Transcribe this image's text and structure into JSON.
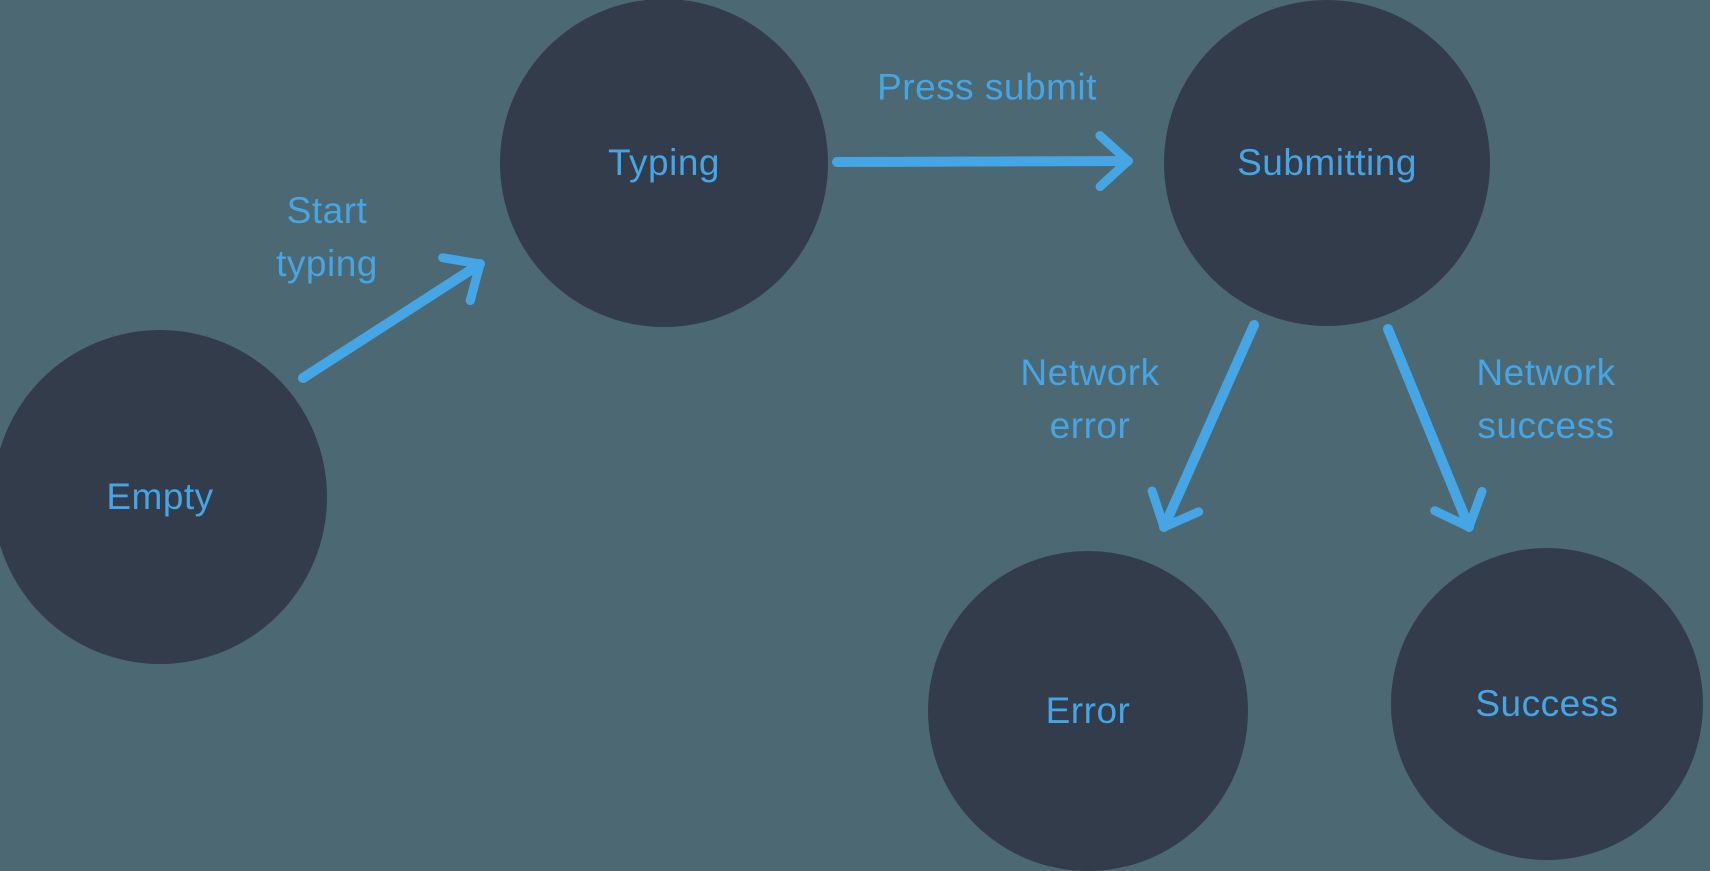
{
  "diagram": {
    "type": "state-machine",
    "nodes": [
      {
        "id": "empty",
        "label": "Empty"
      },
      {
        "id": "typing",
        "label": "Typing"
      },
      {
        "id": "submitting",
        "label": "Submitting"
      },
      {
        "id": "error",
        "label": "Error"
      },
      {
        "id": "success",
        "label": "Success"
      }
    ],
    "transitions": [
      {
        "id": "start-typing",
        "from": "empty",
        "to": "typing",
        "label_lines": [
          "Start",
          "typing"
        ]
      },
      {
        "id": "press-submit",
        "from": "typing",
        "to": "submitting",
        "label_lines": [
          "Press submit"
        ]
      },
      {
        "id": "network-error",
        "from": "submitting",
        "to": "error",
        "label_lines": [
          "Network",
          "error"
        ]
      },
      {
        "id": "network-success",
        "from": "submitting",
        "to": "success",
        "label_lines": [
          "Network",
          "success"
        ]
      }
    ]
  },
  "colors": {
    "background": "#4C6873",
    "node_fill": "#333C4B",
    "accent": "#45A5E5"
  }
}
